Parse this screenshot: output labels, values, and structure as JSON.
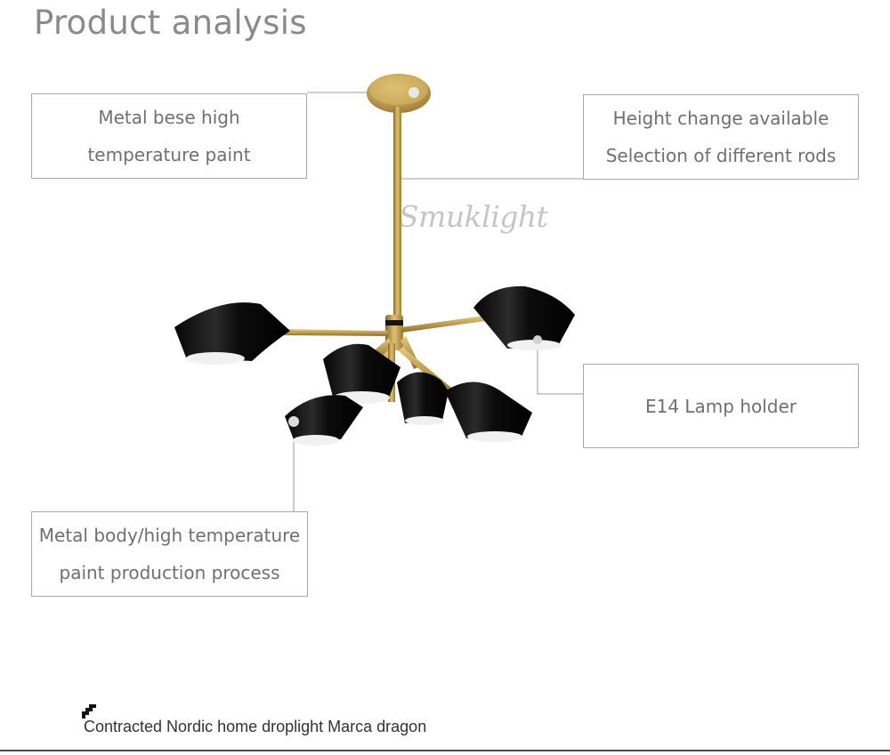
{
  "page": {
    "title": "Product analysis",
    "watermark": "Smuklight",
    "footer_caption": "Contracted Nordic home droplight Marca dragon"
  },
  "callouts": {
    "base": {
      "line1": "Metal bese high",
      "line2": "temperature paint"
    },
    "rod": {
      "line1": "Height change available",
      "line2": "Selection of different  rods"
    },
    "lamp_holder": {
      "line1": "E14 Lamp holder"
    },
    "body": {
      "line1": "Metal body/high temperature",
      "line2": "paint production process"
    }
  },
  "colors": {
    "brass": "#b8943f",
    "shade_black": "#141414",
    "callout_border": "#a9a9a9",
    "callout_text": "#6f6f6f",
    "title_text": "#8a8a8a"
  }
}
